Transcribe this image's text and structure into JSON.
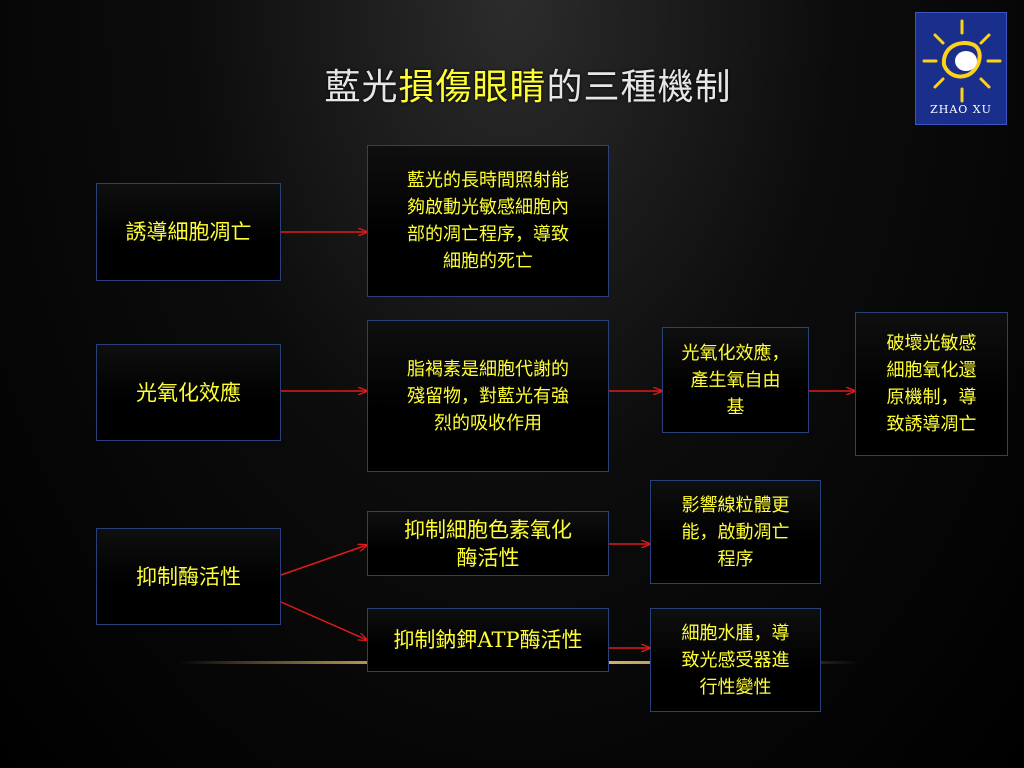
{
  "slide": {
    "title_part1": "藍光",
    "title_part2": "損傷眼睛",
    "title_part3": "的三種機制"
  },
  "logo": {
    "text": "ZHAO XU"
  },
  "colors": {
    "box_text": "#ffff33",
    "arrow": "#e01a1a",
    "box_border": "#2b3f78"
  },
  "mechanisms": [
    {
      "label": "誘導細胞凋亡",
      "detail": "藍光的長時間照射能\n夠啟動光敏感細胞內\n部的凋亡程序，導致\n細胞的死亡"
    },
    {
      "label": "光氧化效應",
      "detail": "脂褐素是細胞代謝的\n殘留物，對藍光有強\n烈的吸收作用",
      "step2": "光氧化效應，\n產生氧自由\n基",
      "step3": "破壞光敏感\n細胞氧化還\n原機制，導\n致誘導凋亡"
    },
    {
      "label": "抑制酶活性",
      "branch1": "抑制細胞色素氧化\n酶活性",
      "branch1_result": "影響線粒體更\n能，啟動凋亡\n程序",
      "branch2": "抑制鈉鉀ATP酶活性",
      "branch2_result": "細胞水腫，導\n致光感受器進\n行性變性"
    }
  ]
}
